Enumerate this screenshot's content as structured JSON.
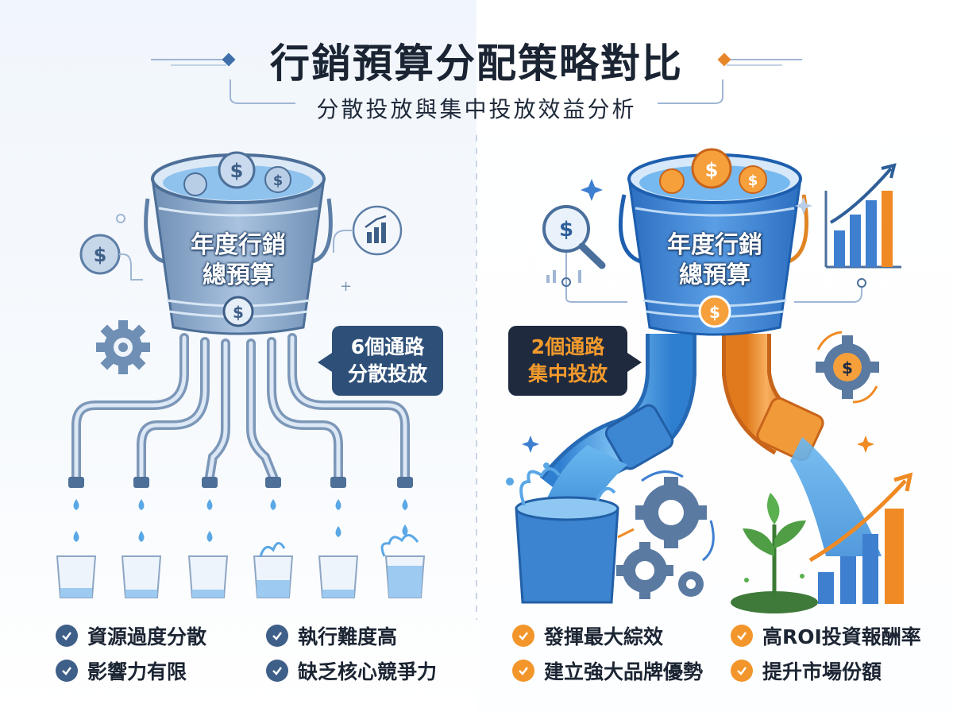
{
  "header": {
    "title": "行銷預算分配策略對比",
    "subtitle": "分散投放與集中投放效益分析"
  },
  "left_panel": {
    "bucket_label_line1": "年度行銷",
    "bucket_label_line2": "總預算",
    "bubble_line1": "6個通路",
    "bubble_line2": "分散投放",
    "checklist": [
      "資源過度分散",
      "執行難度高",
      "影響力有限",
      "缺乏核心競爭力"
    ]
  },
  "right_panel": {
    "bucket_label_line1": "年度行銷",
    "bucket_label_line2": "總預算",
    "bubble_line1": "2個通路",
    "bubble_line2": "集中投放",
    "checklist": [
      "發揮最大綜效",
      "高ROI投資報酬率",
      "建立強大品牌優勢",
      "提升市場份額"
    ]
  },
  "colors": {
    "left_accent": "#3e5f88",
    "right_accent": "#f2962c",
    "water": "#5aa7e6",
    "title": "#1a2433"
  },
  "icons": [
    "dollar-coin-icon",
    "gear-icon",
    "growth-chart-icon",
    "magnifier-dollar-icon",
    "sparkle-icon",
    "plant-icon",
    "check-icon"
  ]
}
